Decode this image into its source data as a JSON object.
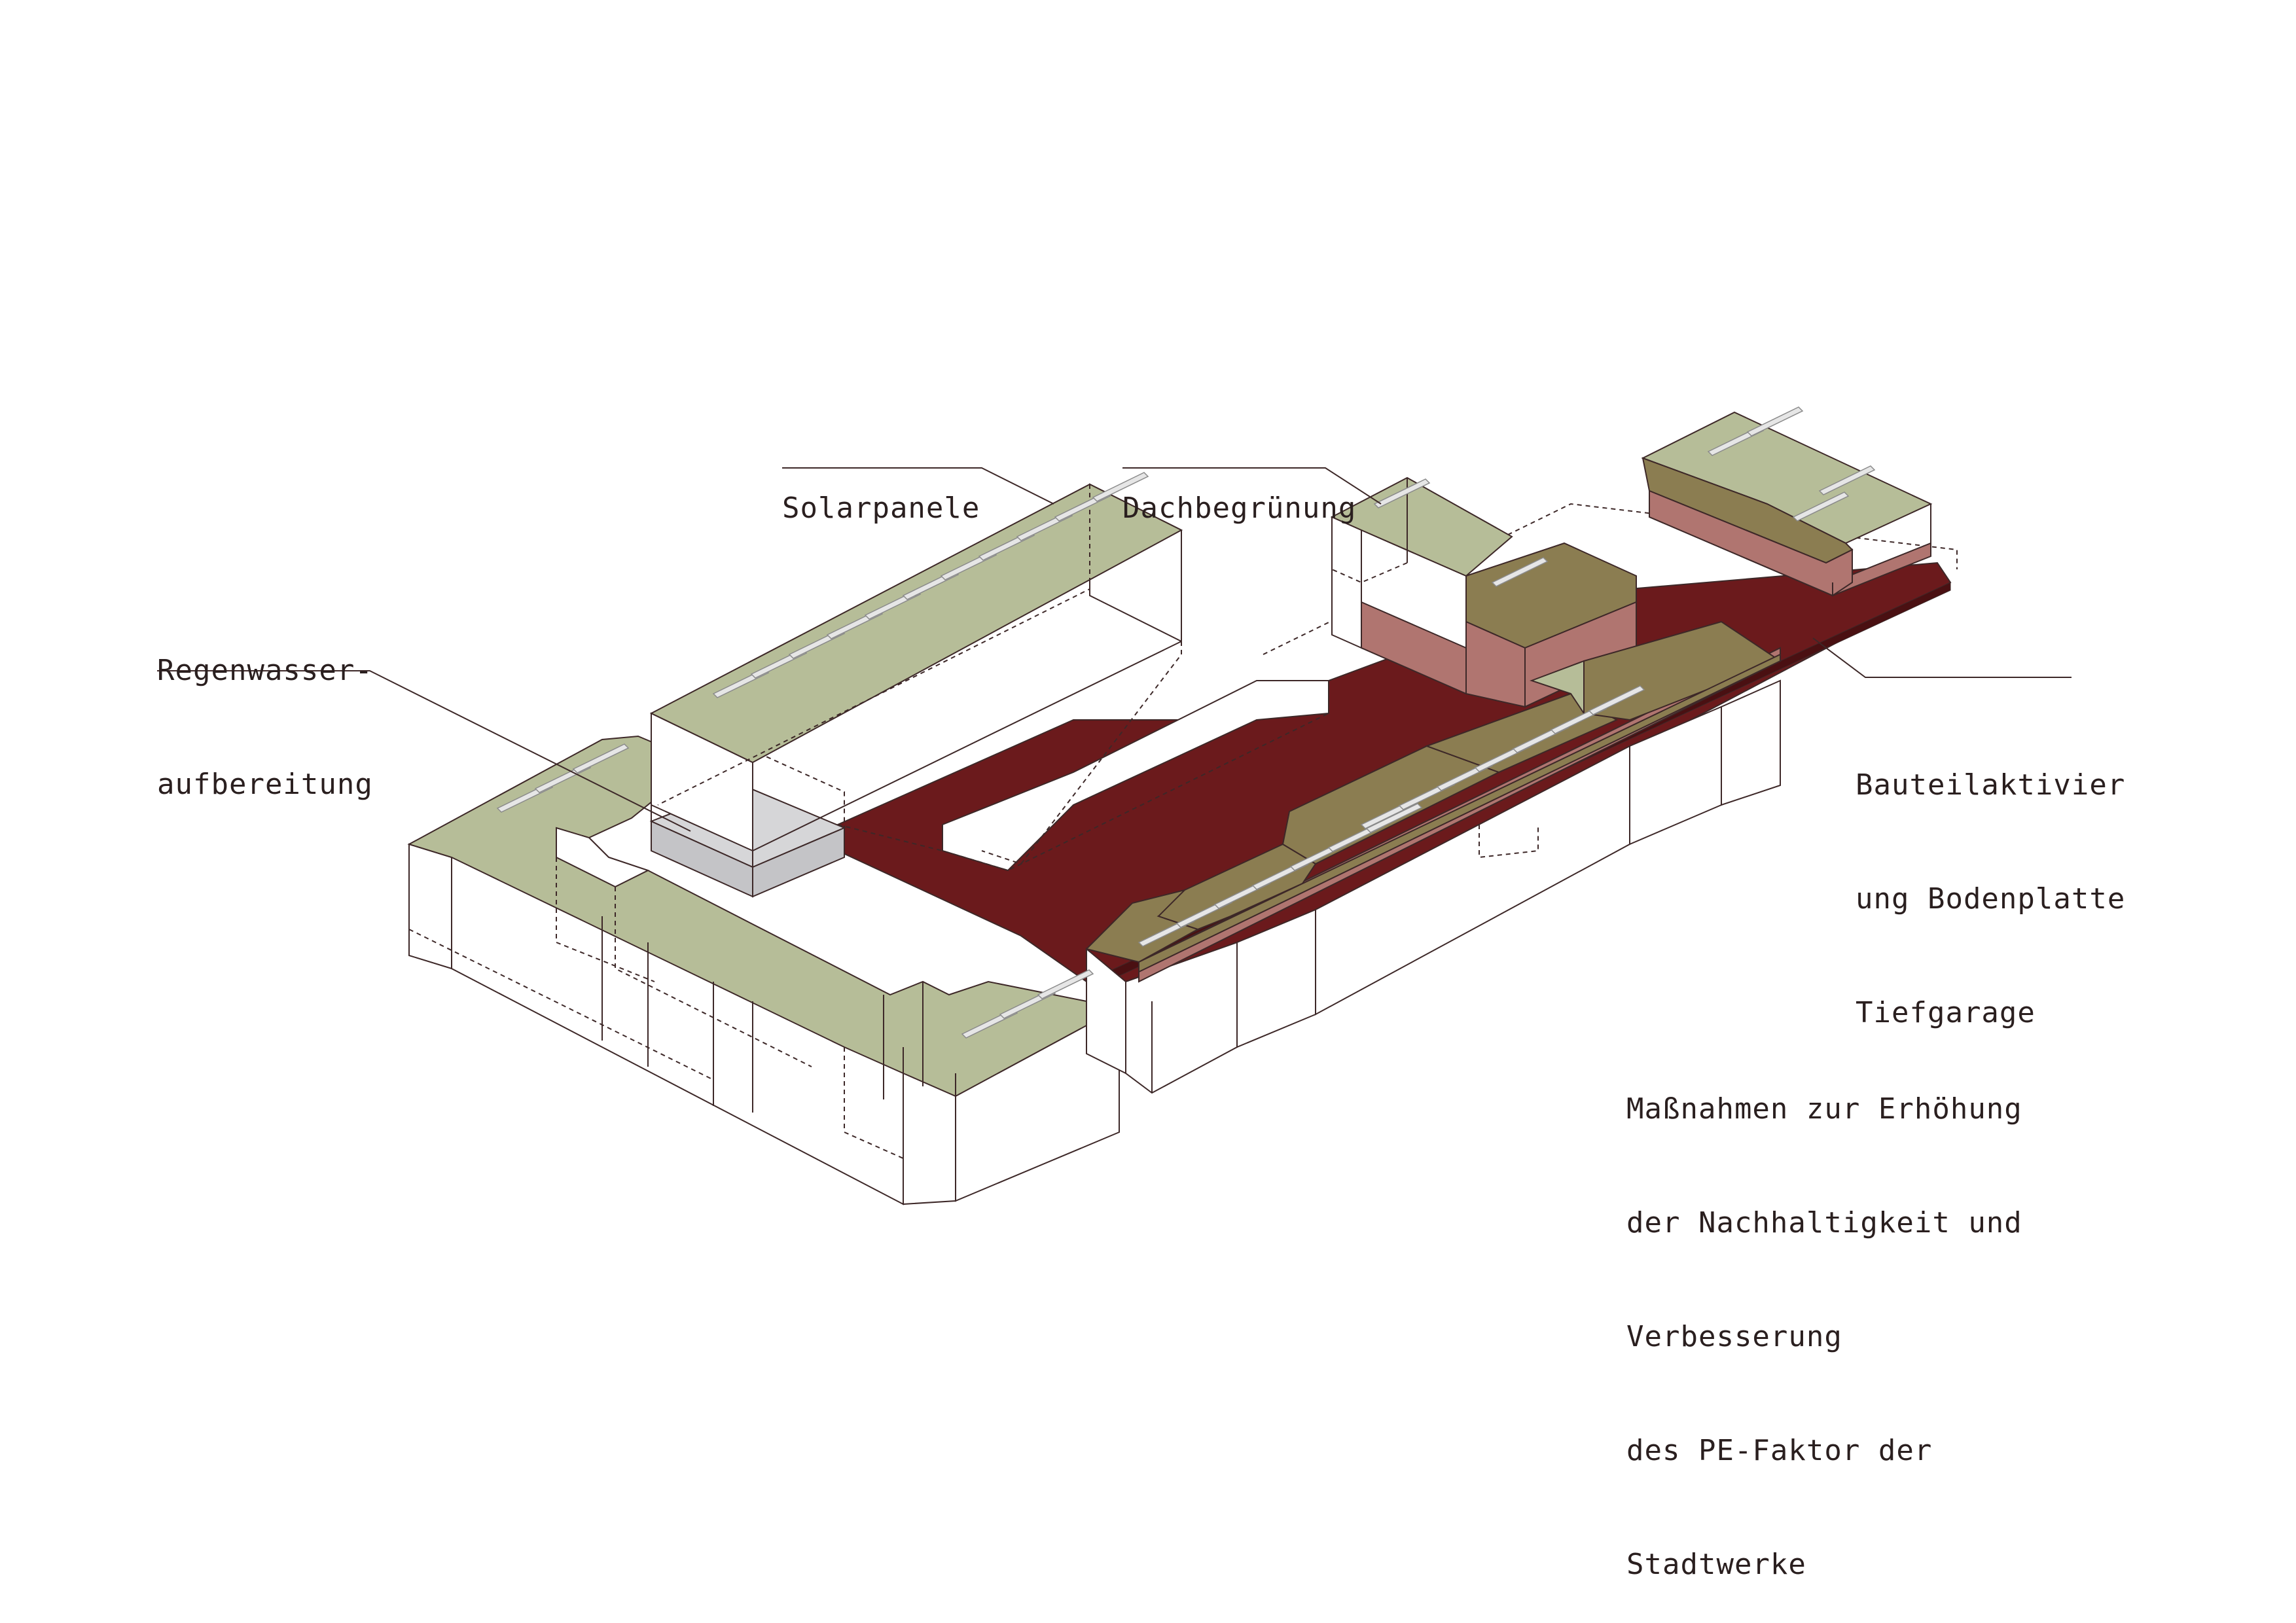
{
  "colors": {
    "roof_green": "#b6bd98",
    "roof_green_dark": "#8b7d51",
    "slab_red": "#6b1a1c",
    "slab_pink": "#b07570",
    "water_grey": "#d6d6d8",
    "panel": "#e6e6e6",
    "line": "#3d2828"
  },
  "icons": {
    "solar_panel": "solar-panel-icon"
  },
  "labels": {
    "solar": {
      "text": "Solarpanele"
    },
    "roof": {
      "text": "Dachbegrünung"
    },
    "water": {
      "lines": [
        "Regenwasser-",
        "aufbereitung"
      ]
    },
    "slab": {
      "lines": [
        "Bauteilaktivier",
        "ung Bodenplatte",
        "Tiefgarage"
      ]
    },
    "caption": {
      "lines": [
        "Maßnahmen zur Erhöhung",
        "der Nachhaltigkeit und",
        "Verbesserung",
        "des PE-Faktor der",
        "Stadtwerke"
      ]
    }
  }
}
